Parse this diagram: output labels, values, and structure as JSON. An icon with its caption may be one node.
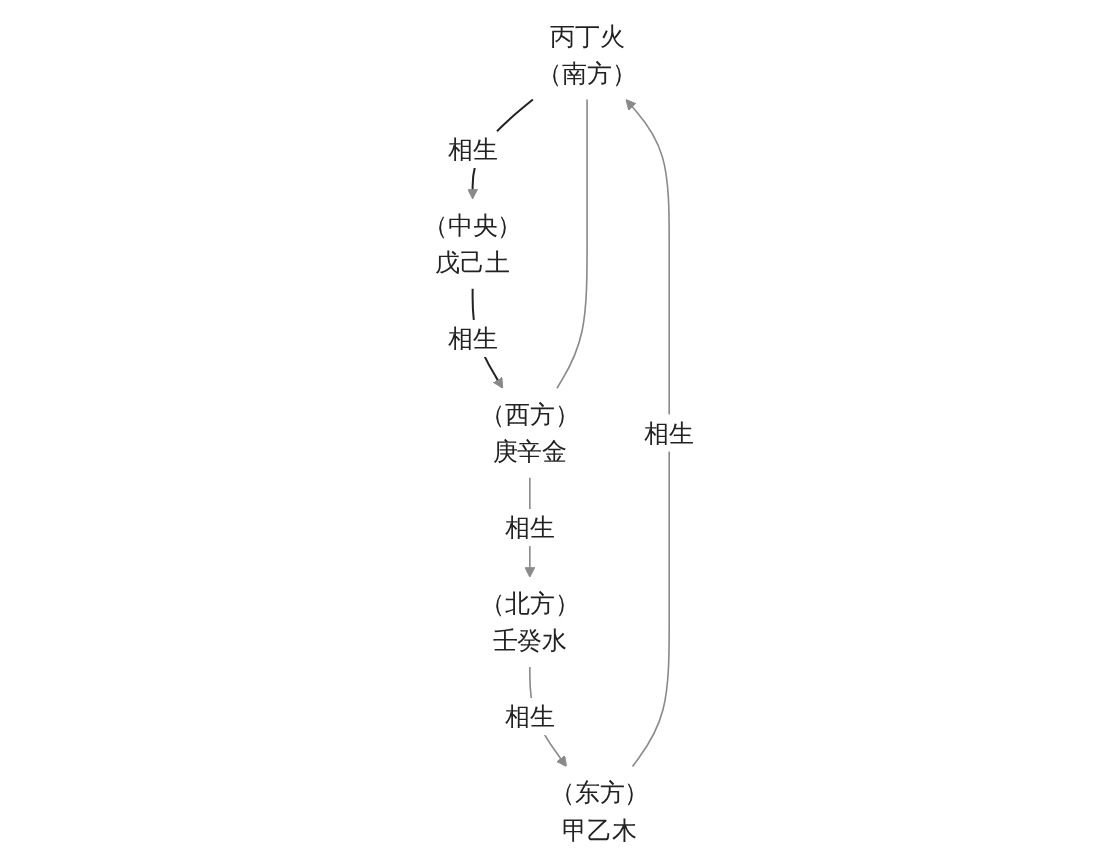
{
  "diagram": {
    "nodes": [
      {
        "text": [
          "丙丁火",
          "（南方）"
        ]
      },
      {
        "text": [
          "（东方）",
          "甲乙木"
        ]
      },
      {
        "text": [
          "（中央）",
          "戊己土"
        ]
      },
      {
        "text": [
          "（西方）",
          "庚辛金"
        ]
      },
      {
        "text": [
          "（北方）",
          "壬癸水"
        ]
      }
    ],
    "edges": [
      {
        "from": 1,
        "to": 0,
        "arrow": "to",
        "label": "相生"
      },
      {
        "from": 0,
        "to": 2,
        "arrow": "to",
        "label": "相生",
        "color": "#222222"
      },
      {
        "from": 2,
        "to": 3,
        "arrow": "to",
        "label": "相生",
        "color": "#222222"
      },
      {
        "from": 0,
        "to": 3,
        "arrow": "none"
      },
      {
        "from": 3,
        "to": 4,
        "arrow": "to",
        "label": "相生"
      },
      {
        "from": 4,
        "to": 1,
        "arrow": "to",
        "label": "相生"
      }
    ]
  }
}
